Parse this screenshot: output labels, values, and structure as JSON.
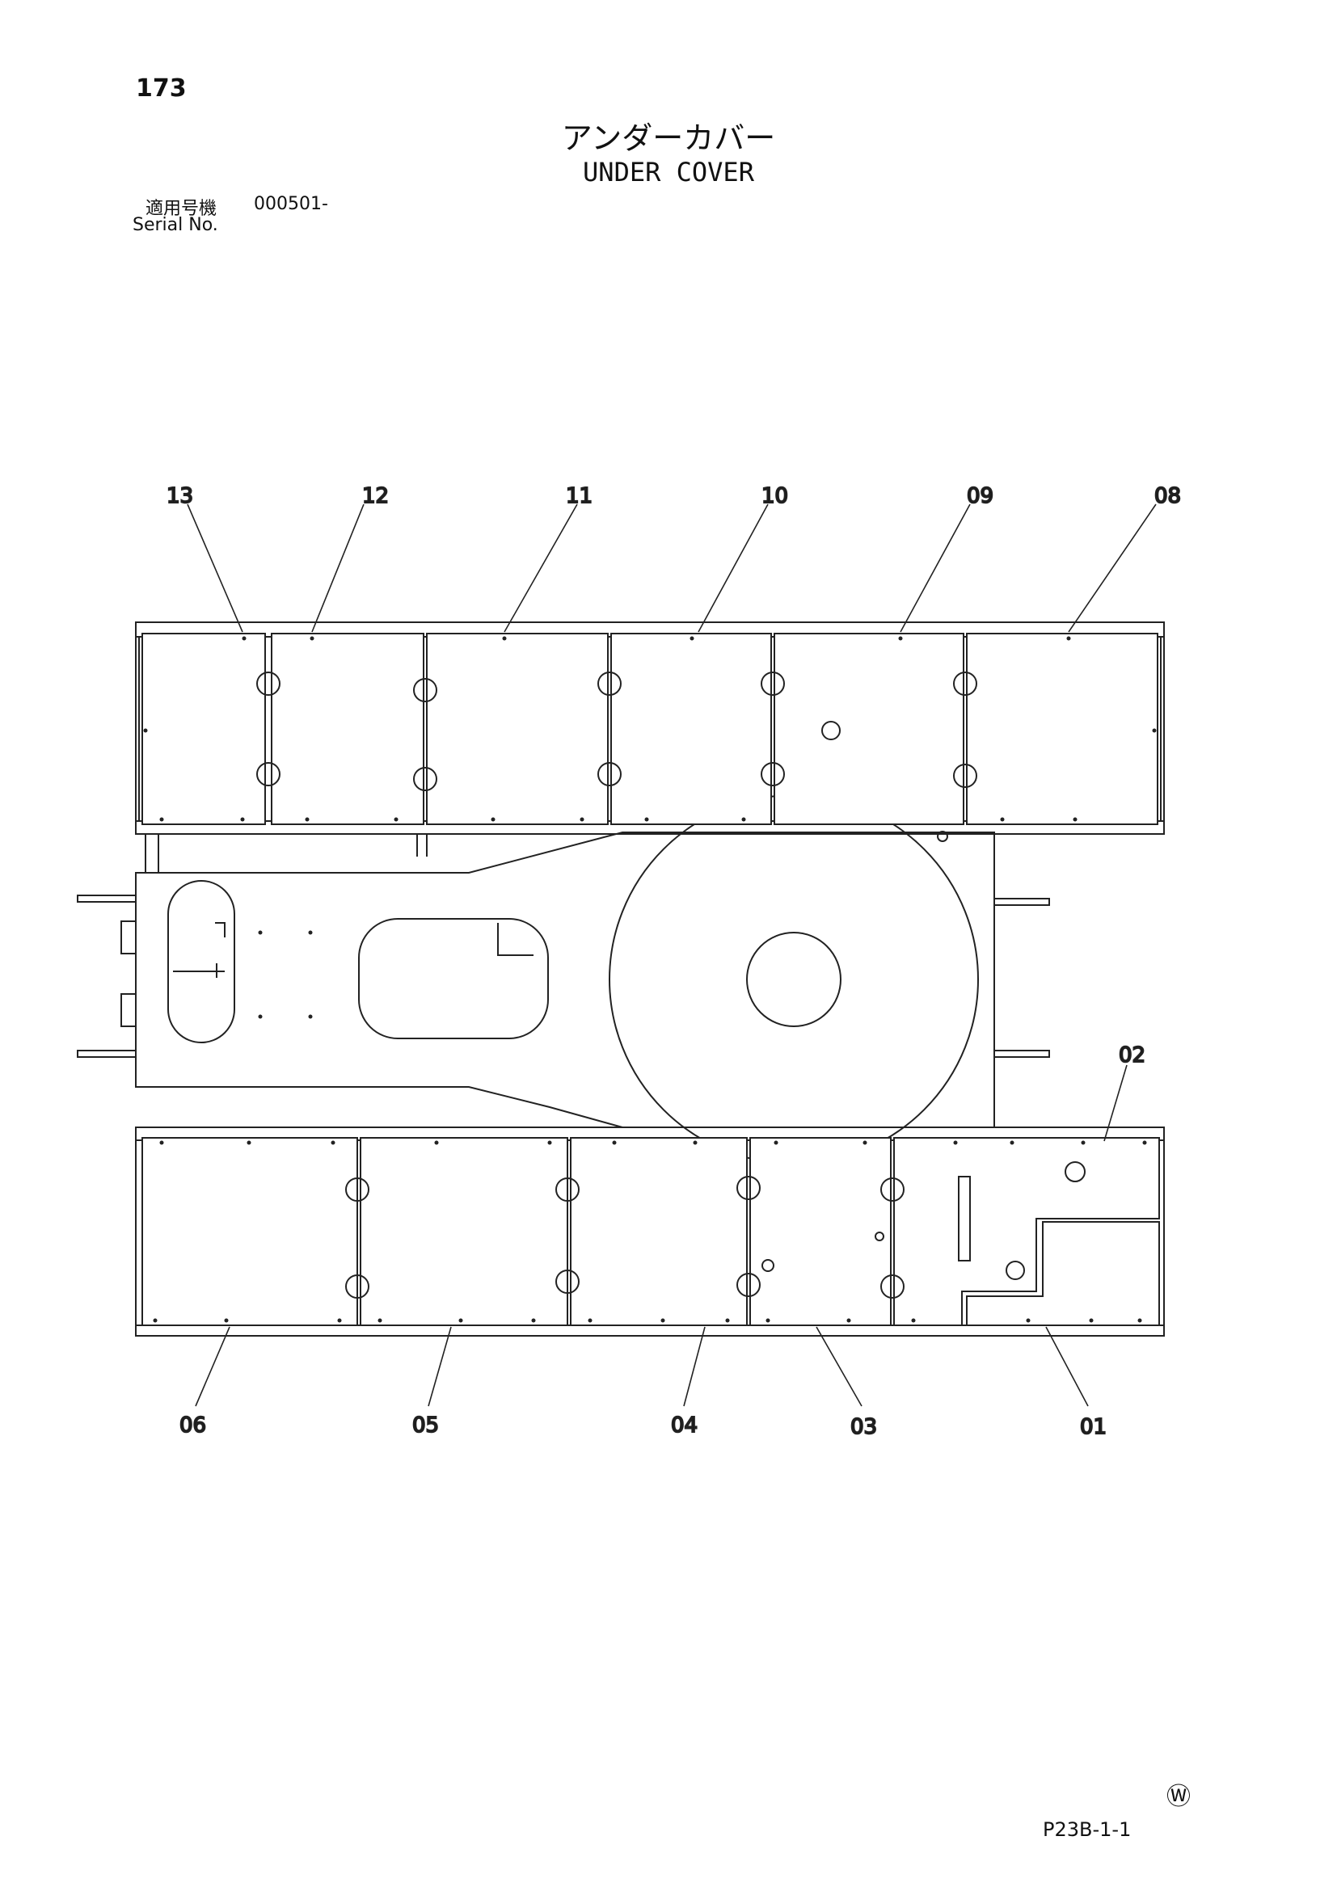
{
  "page_number": "173",
  "title_jp": "アンダーカバー",
  "title_en": "UNDER COVER",
  "serial": {
    "label_jp": "適用号機",
    "value": "000501-",
    "label_en": "Serial No."
  },
  "callouts": [
    "01",
    "02",
    "03",
    "04",
    "05",
    "06",
    "08",
    "09",
    "10",
    "11",
    "12",
    "13"
  ],
  "manufacturer_mark": "Ⓦ",
  "drawing_code": "P23B-1-1"
}
